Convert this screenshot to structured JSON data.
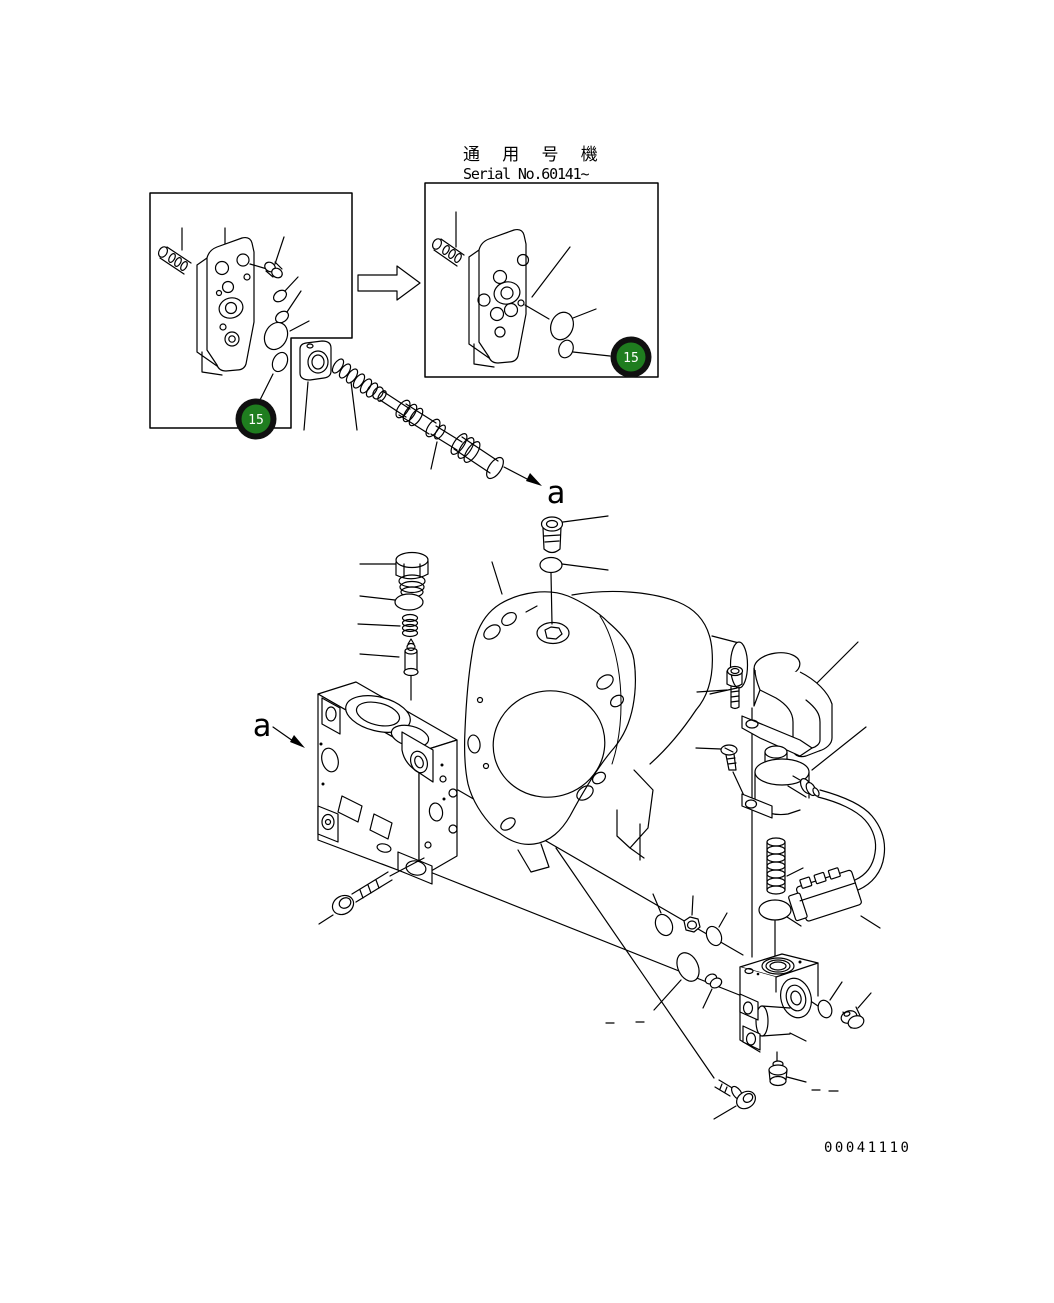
{
  "page": {
    "background": "#ffffff",
    "line_color": "#000000"
  },
  "header": {
    "applicability_label": "通 用 号 機",
    "serial_label": "Serial No.60141~"
  },
  "callouts": {
    "left_badge": "15",
    "right_badge": "15",
    "badge_fill": "#1f7d1f",
    "badge_ring": "#101010",
    "badge_text_color": "#ffffff"
  },
  "section_labels": {
    "spool_direction": "a",
    "block_direction": "a"
  },
  "footer": {
    "drawing_number": "00041110"
  }
}
